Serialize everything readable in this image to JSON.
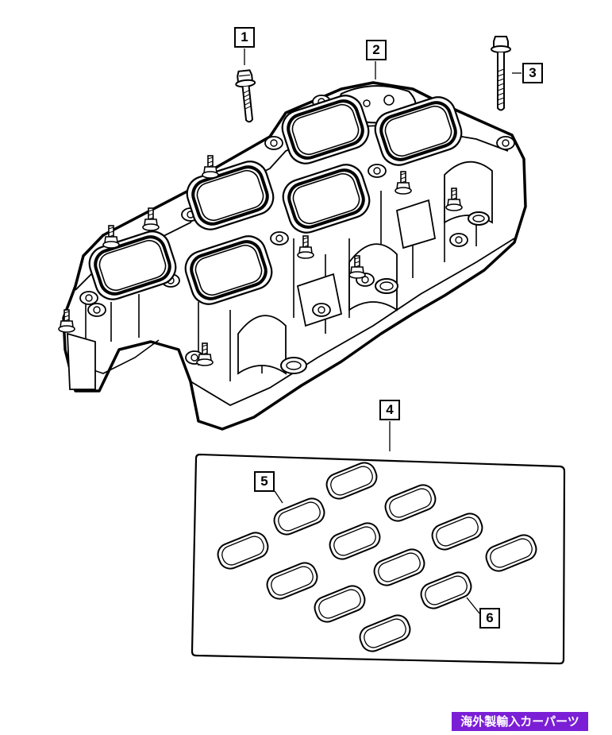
{
  "diagram": {
    "callouts": [
      {
        "id": "1"
      },
      {
        "id": "2"
      },
      {
        "id": "3"
      },
      {
        "id": "4"
      },
      {
        "id": "5"
      },
      {
        "id": "6"
      }
    ],
    "gasket_count": 12
  },
  "watermark": {
    "text": "海外製輸入カーパーツ",
    "color": "#7b1fd6"
  }
}
